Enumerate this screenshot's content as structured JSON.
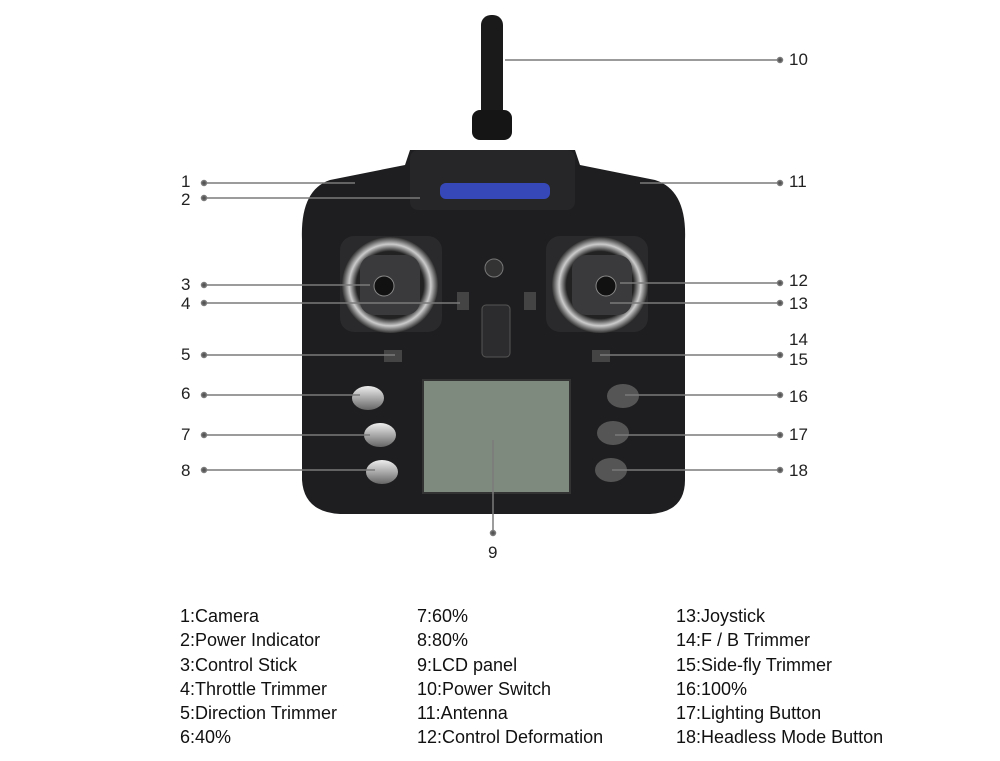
{
  "callout_numbers": [
    "1",
    "2",
    "3",
    "4",
    "5",
    "6",
    "7",
    "8",
    "9",
    "10",
    "11",
    "12",
    "13",
    "14",
    "15",
    "16",
    "17",
    "18"
  ],
  "legend": {
    "col1": [
      "1:Camera",
      "2:Power Indicator",
      "3:Control Stick",
      "4:Throttle Trimmer",
      "5:Direction Trimmer",
      "6:40%"
    ],
    "col2": [
      "7:60%",
      "8:80%",
      "9:LCD panel",
      "10:Power Switch",
      "11:Antenna",
      "12:Control Deformation"
    ],
    "col3": [
      "13:Joystick",
      "14:F / B Trimmer",
      "15:Side-fly Trimmer",
      "16:100%",
      "17:Lighting Button",
      "18:Headless Mode Button"
    ]
  },
  "colors": {
    "body": "#1e1e20",
    "lcd": "#7f8a7e",
    "indicator": "#3a4fd0",
    "leader": "#7a7a7a"
  }
}
